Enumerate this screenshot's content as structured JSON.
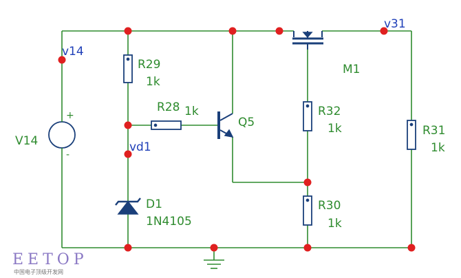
{
  "components": {
    "V14": {
      "name": "V14",
      "plus": "+",
      "minus": "-"
    },
    "R29": {
      "name": "R29",
      "value": "1k"
    },
    "R28": {
      "name": "R28",
      "value": "1k"
    },
    "D1": {
      "name": "D1",
      "part": "1N4105"
    },
    "Q5": {
      "name": "Q5"
    },
    "M1": {
      "name": "M1"
    },
    "R32": {
      "name": "R32",
      "value": "1k"
    },
    "R30": {
      "name": "R30",
      "value": "1k"
    },
    "R31": {
      "name": "R31",
      "value": "1k"
    }
  },
  "nets": {
    "v14": "v14",
    "vd1": "vd1",
    "v31": "v31"
  },
  "watermark": {
    "logo": "EETOP",
    "subtitle": "中国电子顶级开发网"
  },
  "colors": {
    "wire": "#2e8b2e",
    "component": "#1a3f7a",
    "node": "#e02020",
    "net_label": "#1f3fb8",
    "logo": "#8a78c4"
  }
}
